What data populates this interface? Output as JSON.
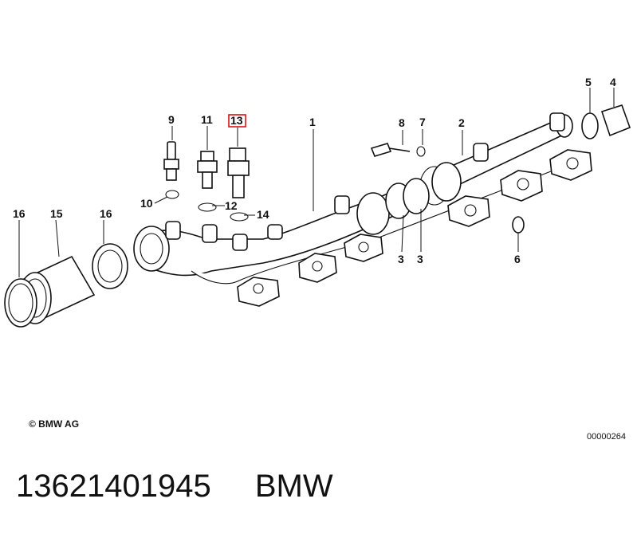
{
  "callouts": {
    "c1": "1",
    "c2": "2",
    "c3a": "3",
    "c3b": "3",
    "c4": "4",
    "c5": "5",
    "c6": "6",
    "c7": "7",
    "c8": "8",
    "c9": "9",
    "c10": "10",
    "c11": "11",
    "c12": "12",
    "c13": "13",
    "c14": "14",
    "c15": "15",
    "c16a": "16",
    "c16b": "16"
  },
  "highlight": {
    "callout": "13",
    "color": "#dd1111"
  },
  "copyright": "© BMW AG",
  "diagram_id": "00000264",
  "footer": {
    "part_number": "13621401945",
    "brand": "BMW"
  }
}
